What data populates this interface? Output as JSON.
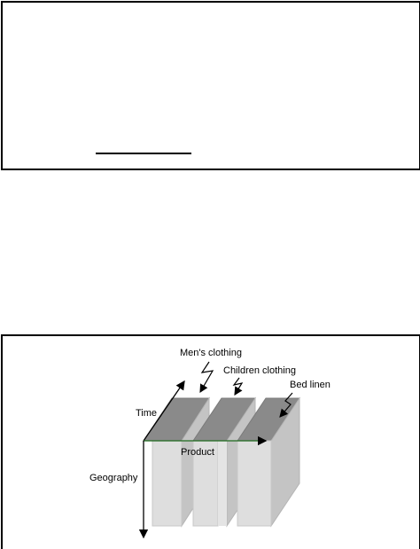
{
  "diagram": {
    "axes": {
      "time": "Time",
      "product": "Product",
      "geography": "Geography"
    },
    "slices": [
      {
        "label": "Men's clothing"
      },
      {
        "label": "Children clothing"
      },
      {
        "label": "Bed linen"
      }
    ],
    "colors": {
      "slice_top": "#8a8a8a",
      "slice_side": "#c4c4c4",
      "slice_front": "#dedede",
      "axis": "#000000",
      "product_arrow": "#1f6b1f"
    }
  }
}
